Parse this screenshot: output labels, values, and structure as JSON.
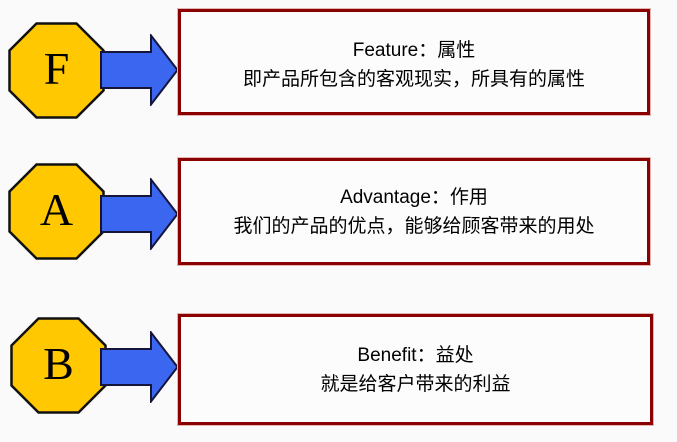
{
  "colors": {
    "background": "#fafafa",
    "octagon_fill": "#ffc800",
    "octagon_border": "#111111",
    "arrow_fill": "#3a66f0",
    "arrow_border": "#15153a",
    "box_border": "#8b0000",
    "box_fill": "#fcfcfc",
    "text": "#000000"
  },
  "rows": [
    {
      "letter": "F",
      "heading": "Feature：属性",
      "description": "即产品所包含的客观现实，所具有的属性"
    },
    {
      "letter": "A",
      "heading": "Advantage：作用",
      "description": "我们的产品的优点，能够给顾客带来的用处"
    },
    {
      "letter": "B",
      "heading": "Benefit：益处",
      "description": "就是给客户带来的利益"
    }
  ]
}
